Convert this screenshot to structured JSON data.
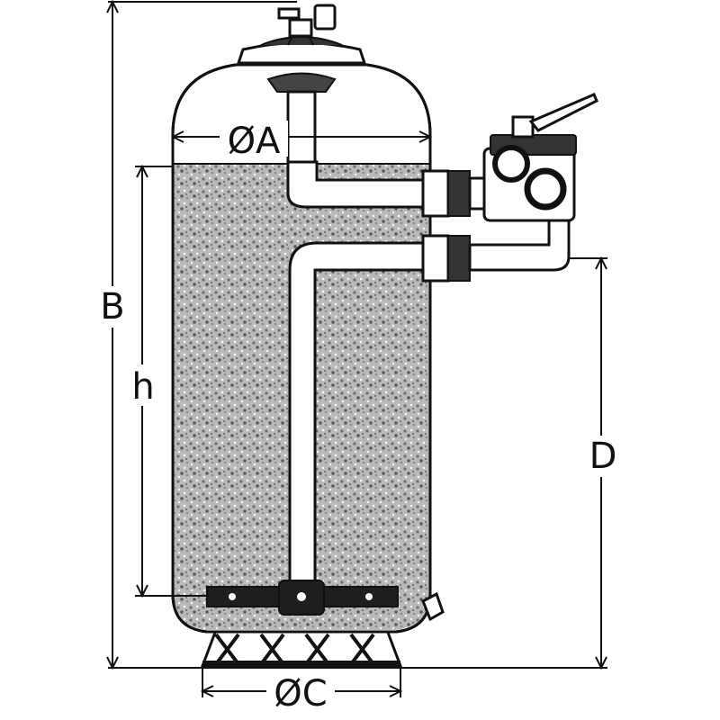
{
  "dimensions": {
    "diameter_a": "ØA",
    "height_b": "B",
    "diameter_c": "ØC",
    "height_d": "D",
    "media_height_h": "h"
  },
  "colors": {
    "outline": "#111111",
    "media_fill": "#b9b9b9",
    "media_speckle": "#6e6e6e",
    "background": "#ffffff"
  }
}
